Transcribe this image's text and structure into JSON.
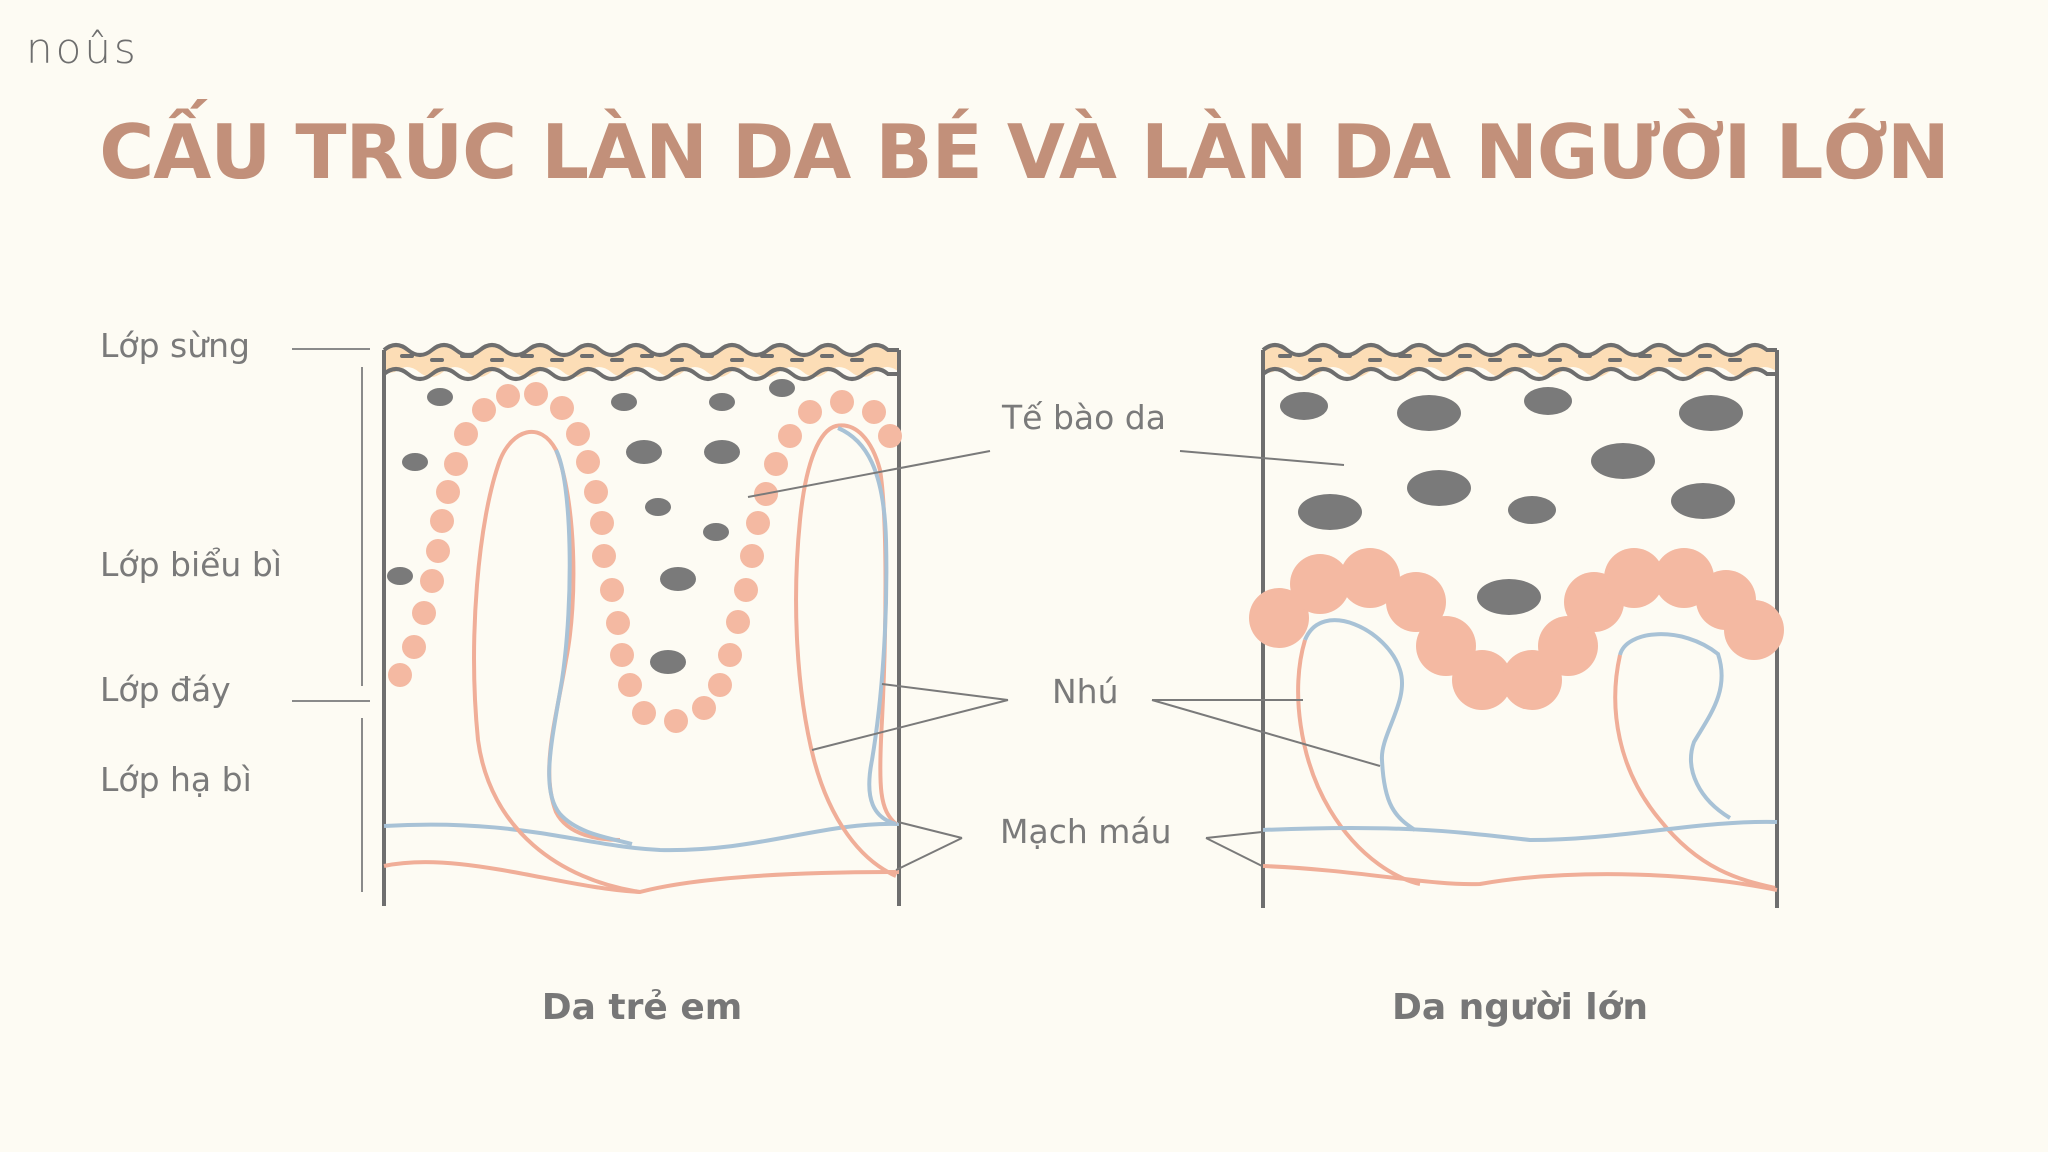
{
  "brand": {
    "logo": "noûs"
  },
  "title": "CẤU TRÚC LÀN DA BÉ VÀ LÀN DA NGƯỜI LỚN",
  "layer_labels": {
    "stratum_corneum": "Lớp sừng",
    "epidermis": "Lớp biểu bì",
    "basal_layer": "Lớp đáy",
    "dermis": "Lớp hạ bì"
  },
  "callouts": {
    "skin_cells": "Tế bào da",
    "papilla": "Nhú",
    "blood_vessels": "Mạch máu"
  },
  "captions": {
    "child": "Da trẻ em",
    "adult": "Da người lớn"
  },
  "colors": {
    "background": "#FDFBF3",
    "title": "#C2907A",
    "outline": "#6E6E6E",
    "horny_layer": "#FCDDB6",
    "basal_cells": "#F4B9A2",
    "capillary_red": "#F0AE98",
    "capillary_blue": "#A8C2D6",
    "cells": "#7A7A7A"
  }
}
